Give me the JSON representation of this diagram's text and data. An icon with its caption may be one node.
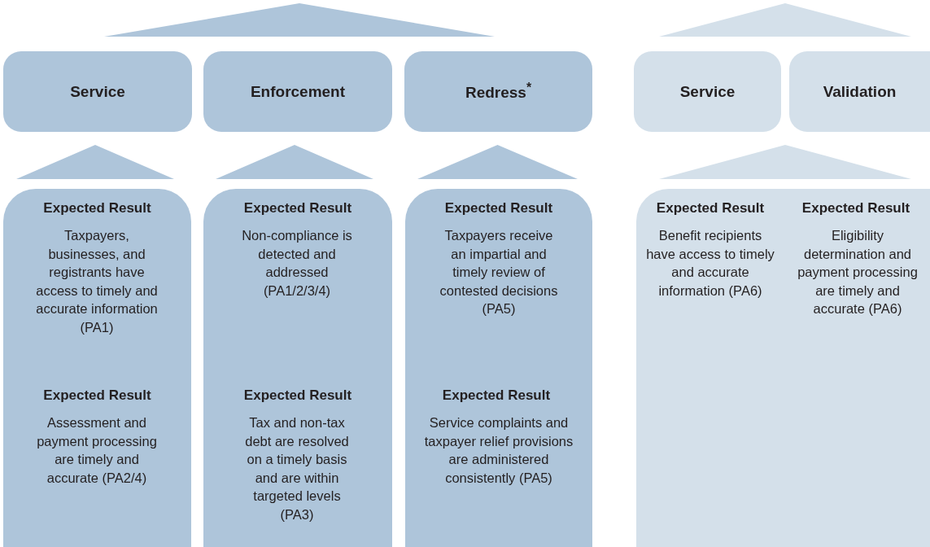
{
  "diagram": {
    "nodes": [
      {
        "text": [],
        "shape": "triangle"
      },
      {
        "text": [],
        "shape": "triangle"
      },
      {
        "text": [
          "Service"
        ]
      },
      {
        "text": [
          "Enforcement"
        ]
      },
      {
        "text": [
          "Redress$^{*}$"
        ]
      },
      {
        "text": [
          "Service"
        ]
      },
      {
        "text": [
          "Validation"
        ]
      },
      {
        "text": [],
        "shape": "triangle"
      },
      {
        "text": [],
        "shape": "triangle"
      },
      {
        "text": [],
        "shape": "triangle"
      },
      {
        "text": [],
        "shape": "triangle"
      },
      {
        "text": [
          "Expected Result",
          "Taxpayers, businesses, and registrants have access to timely and accurate information (PA1)",
          "Expected Result",
          "Assessment and payment processing are timely and accurate (PA2/4)"
        ]
      },
      {
        "text": [
          "Expected Result",
          "Non-compliance is detected and addressed (PA1/2/3/4)",
          "Expected Result",
          "Tax and non-tax debt are resolved on a timely basis and are within targeted levels (PA3)"
        ]
      },
      {
        "text": [
          "Expected Result",
          "Taxpayers receive an impartial and timely review of contested decisions (PA5)",
          "Expected Result",
          "Service complaints and taxpayer relief provisions are administered consistently (PA5)"
        ]
      },
      {
        "text": [
          "Expected Result",
          "Benefit recipients have access to timely and accurate information (PA6)",
          "Expected Result",
          "Eligibility determination and payment processing are timely and accurate (PA6)"
        ]
      }
    ]
  }
}
